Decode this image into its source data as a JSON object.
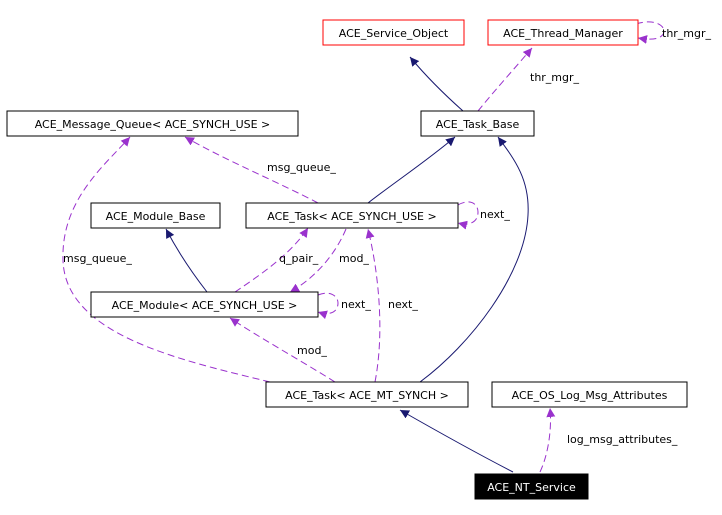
{
  "nodes": {
    "service_object": "ACE_Service_Object",
    "thread_manager": "ACE_Thread_Manager",
    "message_queue": "ACE_Message_Queue< ACE_SYNCH_USE >",
    "task_base": "ACE_Task_Base",
    "module_base": "ACE_Module_Base",
    "task_synch_use": "ACE_Task< ACE_SYNCH_USE >",
    "module_synch_use": "ACE_Module< ACE_SYNCH_USE >",
    "task_mt_synch": "ACE_Task< ACE_MT_SYNCH >",
    "log_msg_attributes": "ACE_OS_Log_Msg_Attributes",
    "nt_service": "ACE_NT_Service"
  },
  "edge_labels": {
    "thr_mgr_self": "thr_mgr_",
    "thr_mgr": "thr_mgr_",
    "msg_queue_1": "msg_queue_",
    "msg_queue_2": "msg_queue_",
    "next_task": "next_",
    "q_pair": "q_pair_",
    "mod_1": "mod_",
    "next_module": "next_",
    "next_2": "next_",
    "mod_2": "mod_",
    "log_msg_attributes": "log_msg_attributes_"
  },
  "colors": {
    "inheritance_edge": "#191970",
    "usage_edge": "#9a32cd",
    "highlight_border": "#ff0000",
    "node_border": "#000000",
    "selected_node_fill": "#000000"
  }
}
